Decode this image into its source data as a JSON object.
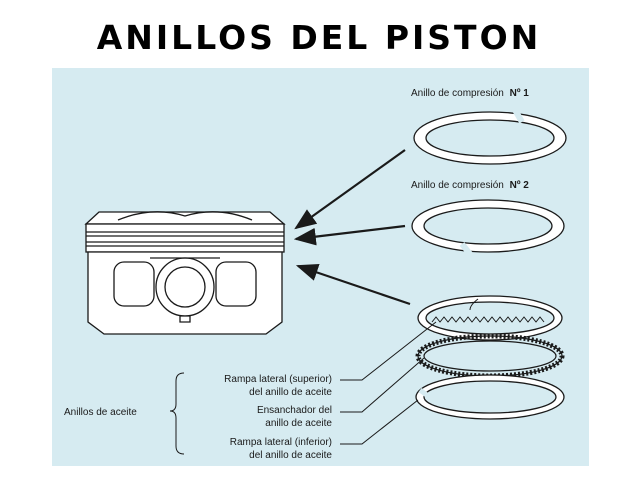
{
  "title": "ANILLOS DEL PISTON",
  "labels": {
    "ring1_text": "Anillo de compresión",
    "ring1_num": "Nº 1",
    "ring2_text": "Anillo de compresión",
    "ring2_num": "Nº 2",
    "oil_rings": "Anillos de aceite",
    "upper_rail_1": "Rampa lateral (superior)",
    "upper_rail_2": "del anillo de aceite",
    "expander_1": "Ensanchador del",
    "expander_2": "anillo de aceite",
    "lower_rail_1": "Rampa lateral (inferior)",
    "lower_rail_2": "del anillo de aceite"
  },
  "colors": {
    "panel_bg": "#d6ebf1",
    "line": "#1a1a1a",
    "ring_fill": "#ffffff"
  }
}
